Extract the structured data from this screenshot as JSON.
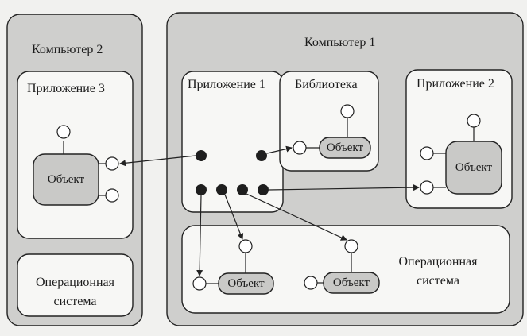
{
  "computer2": {
    "title": "Компьютер 2",
    "app3": {
      "title": "Приложение 3",
      "object": "Объект"
    },
    "os": {
      "line1": "Операционная",
      "line2": "система"
    }
  },
  "computer1": {
    "title": "Компьютер 1",
    "app1": {
      "title": "Приложение 1"
    },
    "library": {
      "title": "Библиотека",
      "object": "Объект"
    },
    "app2": {
      "title": "Приложение 2",
      "object": "Объект"
    },
    "os": {
      "object_left": "Объект",
      "object_right": "Объект",
      "line1": "Операционная",
      "line2": "система"
    }
  },
  "colors": {
    "panel_gray": "#cfcfcd",
    "box_white": "#f7f7f5",
    "object_fill": "#c9c9c7",
    "stroke": "#222222",
    "dot": "#1e1e1e"
  }
}
